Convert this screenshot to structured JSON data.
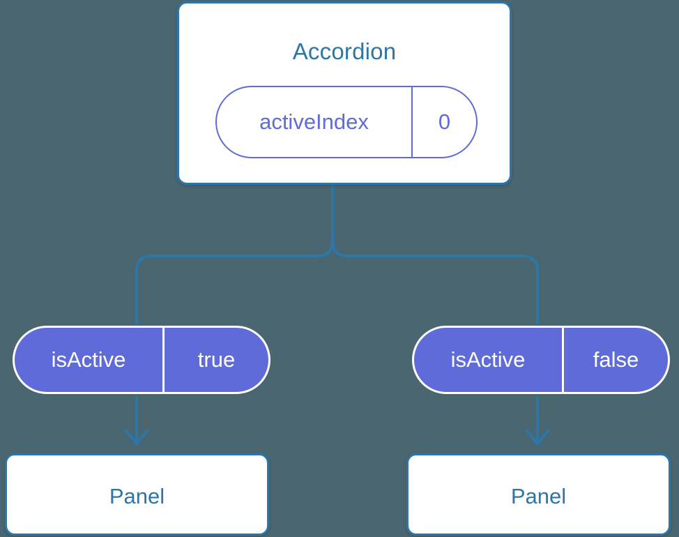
{
  "diagram": {
    "title_node": {
      "label": "Accordion",
      "state": {
        "key": "activeIndex",
        "value": "0"
      }
    },
    "branches": [
      {
        "prop": {
          "key": "isActive",
          "value": "true"
        },
        "child": {
          "label": "Panel"
        }
      },
      {
        "prop": {
          "key": "isActive",
          "value": "false"
        },
        "child": {
          "label": "Panel"
        }
      }
    ]
  },
  "colors": {
    "background": "#4a6670",
    "card_border": "#2d76a8",
    "card_fill": "#ffffff",
    "title_text": "#2d76a8",
    "accent_purple": "#5f6bd8",
    "pill_text": "#ffffff",
    "connector": "#2d76a8"
  }
}
